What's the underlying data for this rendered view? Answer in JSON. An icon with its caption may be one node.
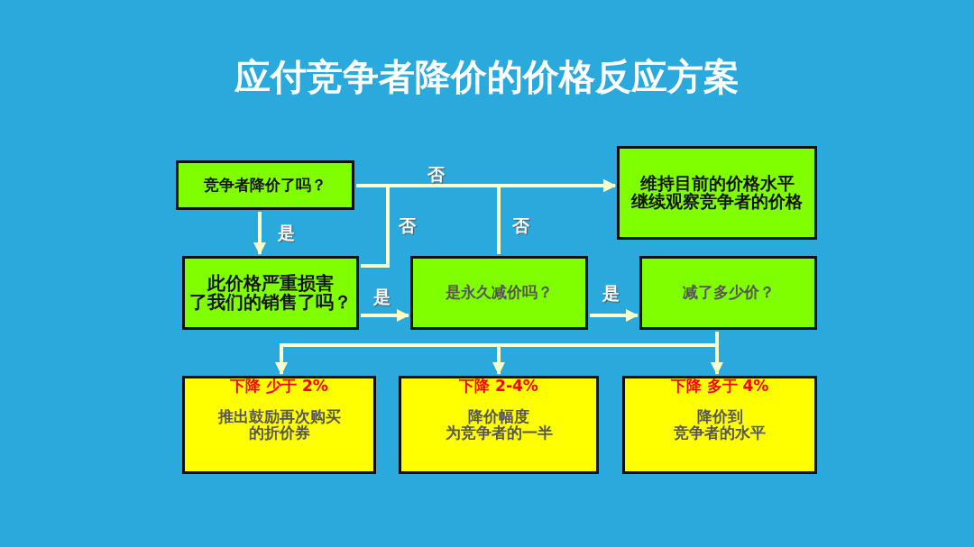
{
  "diagram": {
    "title": "应付竞争者降价的价格反应方案",
    "nodes": [
      {
        "text": [
          "竞争者降价了吗？"
        ]
      },
      {
        "text": [
          "维持目前的价格水平继续观察竞争者的价格"
        ]
      },
      {
        "text": [
          "此价格严重损害了我们的销售了吗？"
        ]
      },
      {
        "text": [
          "是永久减价吗？"
        ]
      },
      {
        "text": [
          "减了多少价？"
        ]
      },
      {
        "text": [
          "下降 少于 2%",
          "推出鼓励再次购买的折价券"
        ]
      },
      {
        "text": [
          "下降 2-4%",
          "降价幅度为竞争者的一半"
        ]
      },
      {
        "text": [
          "下降 多于 4%",
          "降价到竞争者的水平"
        ]
      }
    ],
    "edges": [
      {
        "from": 0,
        "to": 1,
        "arrow": "to",
        "label": "否"
      },
      {
        "from": 0,
        "to": 2,
        "arrow": "to",
        "label": "是"
      },
      {
        "from": 2,
        "to": 1,
        "arrow": "to",
        "label": "否"
      },
      {
        "from": 3,
        "to": 1,
        "arrow": "to",
        "label": "否"
      },
      {
        "from": 2,
        "to": 3,
        "arrow": "to",
        "label": "是"
      },
      {
        "from": 3,
        "to": 4,
        "arrow": "to",
        "label": "是"
      },
      {
        "from": 4,
        "to": 5,
        "arrow": "to"
      },
      {
        "from": 4,
        "to": 6,
        "arrow": "to"
      },
      {
        "from": 4,
        "to": 7,
        "arrow": "to"
      }
    ]
  }
}
